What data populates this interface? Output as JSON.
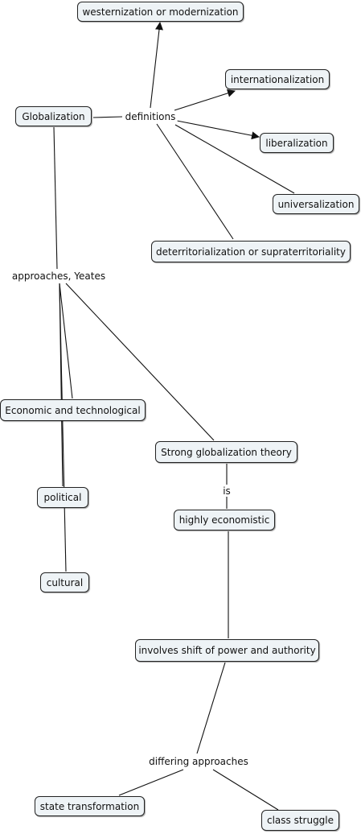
{
  "nodes": {
    "globalization": "Globalization",
    "westernization": "westernization or modernization",
    "internationalization": "internationalization",
    "liberalization": "liberalization",
    "universalization": "universalization",
    "deterritorialization": "deterritorialization or supraterritoriality",
    "economic": "Economic and technological",
    "strong_theory": "Strong globalization theory",
    "political": "political",
    "highly_economistic": "highly economistic",
    "cultural": "cultural",
    "involves_shift": "involves shift of power and authority",
    "state_transformation": "state transformation",
    "class_struggle": "class struggle"
  },
  "linking_phrases": {
    "definitions": "definitions",
    "approaches": "approaches, Yeates",
    "is": "is",
    "differing": "differing approaches"
  },
  "colors": {
    "node_fill": "#eef3f6",
    "node_border": "#222222",
    "line": "#111111"
  }
}
